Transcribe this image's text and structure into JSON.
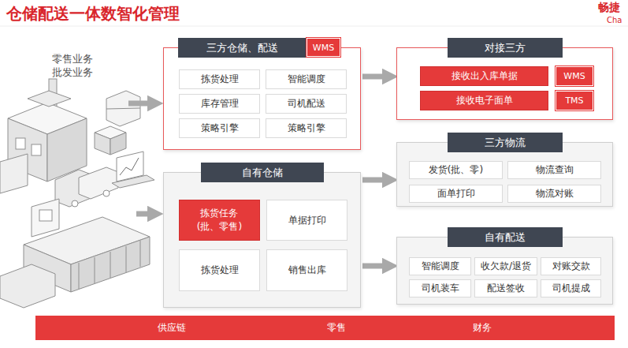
{
  "diagram": {
    "title": "仓储配送一体数智化管理",
    "nodes": [
      {
        "text": [
          "三方仓储、配送"
        ]
      },
      {
        "text": [
          "WMS"
        ],
        "in": 0
      },
      {
        "text": [
          "拣货处理"
        ],
        "in": 0
      },
      {
        "text": [
          "智能调度"
        ],
        "in": 0
      },
      {
        "text": [
          "库存管理"
        ],
        "in": 0
      },
      {
        "text": [
          "司机配送"
        ],
        "in": 0
      },
      {
        "text": [
          "策略引擎"
        ],
        "in": 0
      },
      {
        "text": [
          "策略引擎"
        ],
        "in": 0
      },
      {
        "text": [
          "对接三方"
        ]
      },
      {
        "text": [
          "接收出入库单据"
        ],
        "in": 8
      },
      {
        "text": [
          "WMS"
        ],
        "in": 8
      },
      {
        "text": [
          "接收电子面单"
        ],
        "in": 8
      },
      {
        "text": [
          "TMS"
        ],
        "in": 8
      },
      {
        "text": [
          "自有仓储"
        ]
      },
      {
        "text": [
          "拣货任务 (批、零售)"
        ],
        "in": 13
      },
      {
        "text": [
          "单据打印"
        ],
        "in": 13
      },
      {
        "text": [
          "拣货处理"
        ],
        "in": 13
      },
      {
        "text": [
          "销售出库"
        ],
        "in": 13
      },
      {
        "text": [
          "三方物流"
        ]
      },
      {
        "text": [
          "发货(批、零)"
        ],
        "in": 18
      },
      {
        "text": [
          "物流查询"
        ],
        "in": 18
      },
      {
        "text": [
          "面单打印"
        ],
        "in": 18
      },
      {
        "text": [
          "物流对账"
        ],
        "in": 18
      },
      {
        "text": [
          "自有配送"
        ]
      },
      {
        "text": [
          "智能调度"
        ],
        "in": 23
      },
      {
        "text": [
          "收欠款/退货"
        ],
        "in": 23
      },
      {
        "text": [
          "对账交款"
        ],
        "in": 23
      },
      {
        "text": [
          "司机装车"
        ],
        "in": 23
      },
      {
        "text": [
          "配送签收"
        ],
        "in": 23
      },
      {
        "text": [
          "司机提成"
        ],
        "in": 23
      },
      {
        "text": [
          "供应链",
          "零售",
          "财务"
        ]
      }
    ],
    "edges": [
      {
        "from": 0,
        "to": 8,
        "arrow": "to"
      },
      {
        "from": 13,
        "to": 18,
        "arrow": "to"
      },
      {
        "from": 13,
        "to": 23,
        "arrow": "to"
      }
    ],
    "labels": [
      "零售业务",
      "批发业务",
      "畅捷",
      "Cha"
    ]
  }
}
